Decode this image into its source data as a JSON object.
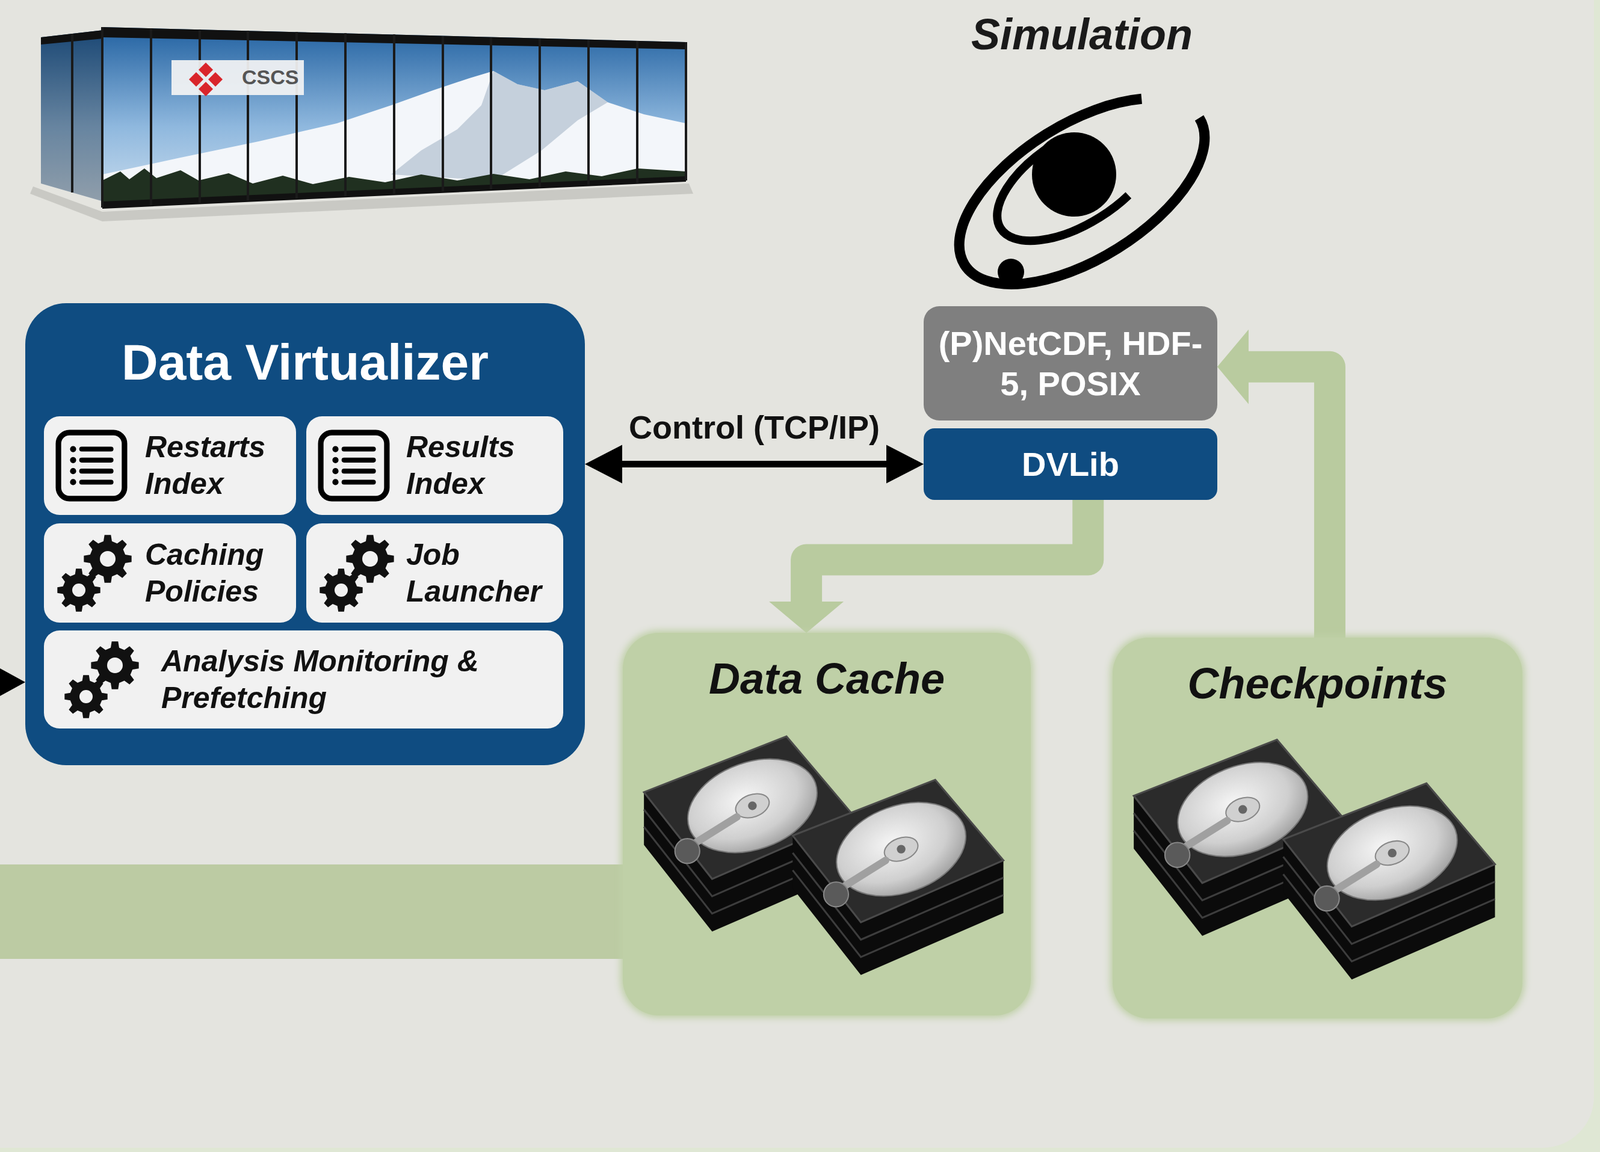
{
  "diagram": {
    "nodes": [
      {
        "text": [
          "Data Virtualizer"
        ]
      },
      {
        "text": [
          "Restarts Index"
        ],
        "in": 0
      },
      {
        "text": [
          "Results Index"
        ],
        "in": 0
      },
      {
        "text": [
          "Caching Policies"
        ],
        "in": 0
      },
      {
        "text": [
          "Job Launcher"
        ],
        "in": 0
      },
      {
        "text": [
          "Analysis Monitoring & Prefetching"
        ],
        "in": 0
      },
      {
        "text": [
          "(P)NetCDF, HDF-5, POSIX"
        ]
      },
      {
        "text": [
          "DVLib"
        ]
      },
      {
        "text": [
          "Data Cache"
        ]
      },
      {
        "text": [
          "Checkpoints"
        ]
      }
    ],
    "edges": [
      {
        "from": 0,
        "to": 7,
        "label": "Control (TCP/IP)",
        "arrow": "both"
      },
      {
        "from": 7,
        "to": 8,
        "arrow": "to"
      },
      {
        "from": 9,
        "to": 6,
        "arrow": "to"
      }
    ],
    "labels": [
      "CSCS",
      "Simulation"
    ]
  }
}
